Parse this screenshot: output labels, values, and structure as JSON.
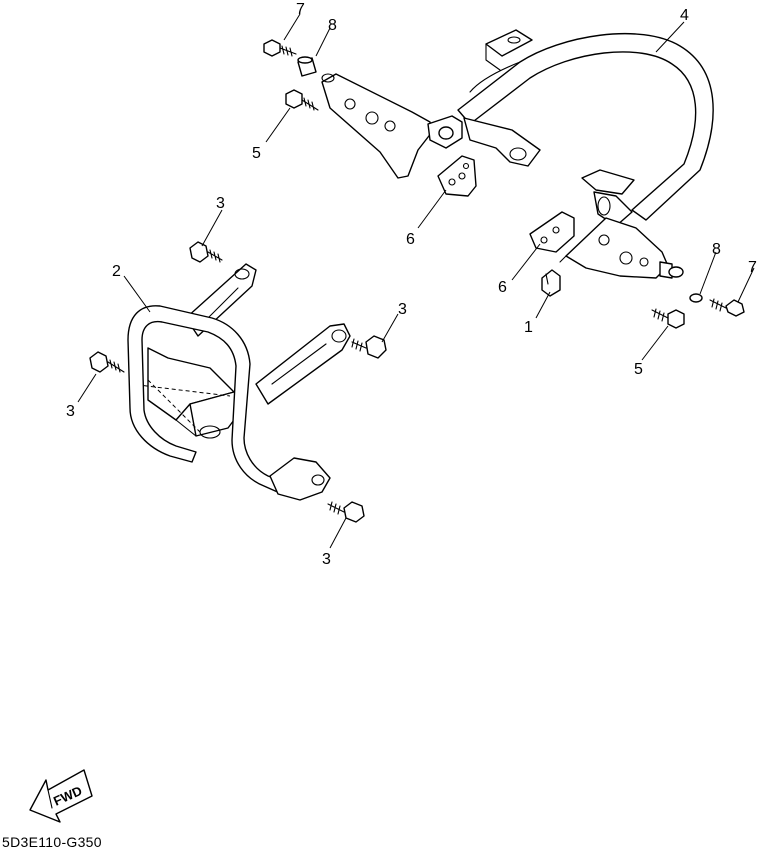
{
  "diagram_code": "5D3E110-G350",
  "fwd_label": "FWD",
  "callouts": {
    "c1": "1",
    "c2": "2",
    "c3a": "3",
    "c3b": "3",
    "c3c": "3",
    "c3d": "3",
    "c4": "4",
    "c5a": "5",
    "c5b": "5",
    "c6a": "6",
    "c6b": "6",
    "c7a": "7",
    "c7b": "7",
    "c8a": "8",
    "c8b": "8"
  }
}
